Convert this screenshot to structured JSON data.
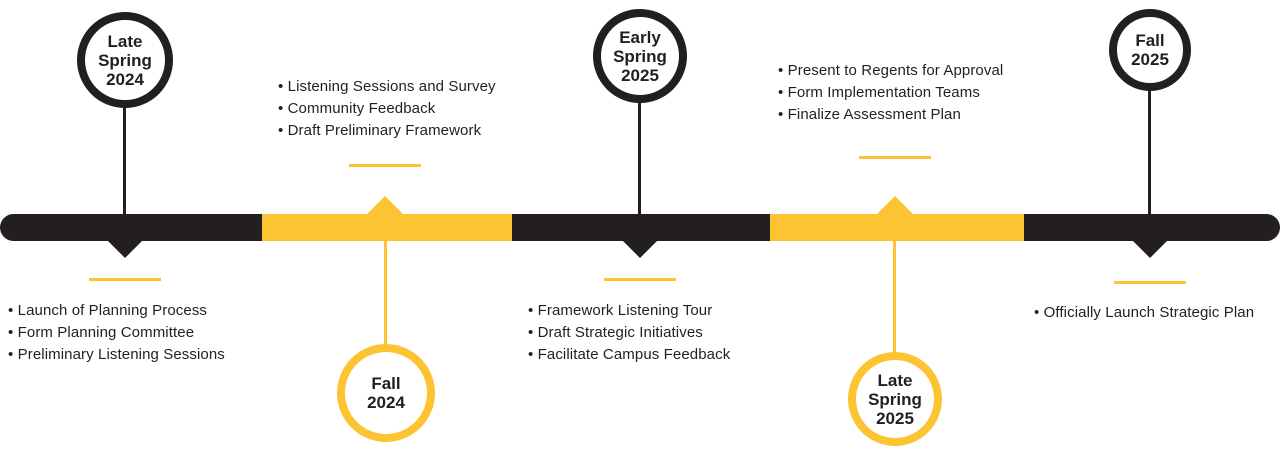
{
  "colors": {
    "black": "#231f20",
    "gold": "#FCC433",
    "background": "#ffffff"
  },
  "milestones": [
    {
      "label": "Late\nSpring\n2024",
      "circle_style": "black",
      "detail_position": "below",
      "items": [
        "Launch of Planning Process",
        "Form Planning Committee",
        "Preliminary Listening Sessions"
      ]
    },
    {
      "label": "Fall\n2024",
      "circle_style": "gold",
      "detail_position": "above",
      "items": [
        "Listening Sessions and Survey",
        "Community Feedback",
        "Draft Preliminary Framework"
      ]
    },
    {
      "label": "Early\nSpring\n2025",
      "circle_style": "black",
      "detail_position": "below",
      "items": [
        "Framework Listening Tour",
        "Draft Strategic Initiatives",
        "Facilitate Campus Feedback"
      ]
    },
    {
      "label": "Late\nSpring\n2025",
      "circle_style": "gold",
      "detail_position": "above",
      "items": [
        "Present to Regents for Approval",
        "Form Implementation Teams",
        "Finalize Assessment Plan"
      ]
    },
    {
      "label": "Fall\n2025",
      "circle_style": "black",
      "detail_position": "below",
      "items": [
        "Officially Launch Strategic Plan"
      ]
    }
  ]
}
